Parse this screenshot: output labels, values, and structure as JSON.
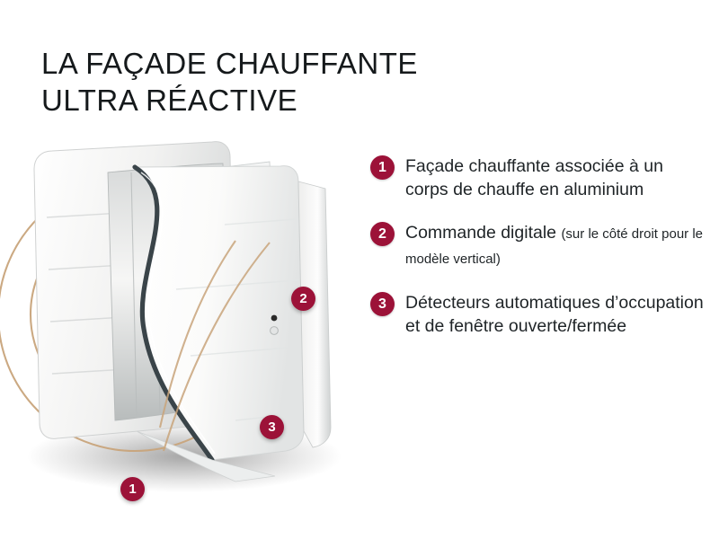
{
  "title": {
    "line1": "LA FAÇADE CHAUFFANTE",
    "line2": "ULTRA RÉACTIVE"
  },
  "colors": {
    "badge": "#9c1238",
    "text": "#1f2427",
    "background": "#ffffff",
    "heat_wave": "#c9a57c",
    "panel_light": "#f4f4f2",
    "panel_shadow": "#c9cbcb",
    "cutaway_edge": "#3a4449",
    "pcb_green": "#2f6b3a"
  },
  "legend": {
    "items": [
      {
        "number": "1",
        "text": "Façade chauffante associée à un corps de chauffe en aluminium",
        "note": ""
      },
      {
        "number": "2",
        "text": "Commande digitale",
        "note": "(sur le côté droit pour le modèle vertical)"
      },
      {
        "number": "3",
        "text": "Détecteurs automatiques d’occupation et de fenêtre ouverte/fermée",
        "note": ""
      }
    ]
  },
  "illustration": {
    "description": "Radiateur électrique blanc en vue écorchée avec ondes de chaleur",
    "markers": [
      {
        "number": "1",
        "target": "facade-chauffante"
      },
      {
        "number": "2",
        "target": "commande-digitale"
      },
      {
        "number": "3",
        "target": "detecteurs"
      }
    ]
  }
}
